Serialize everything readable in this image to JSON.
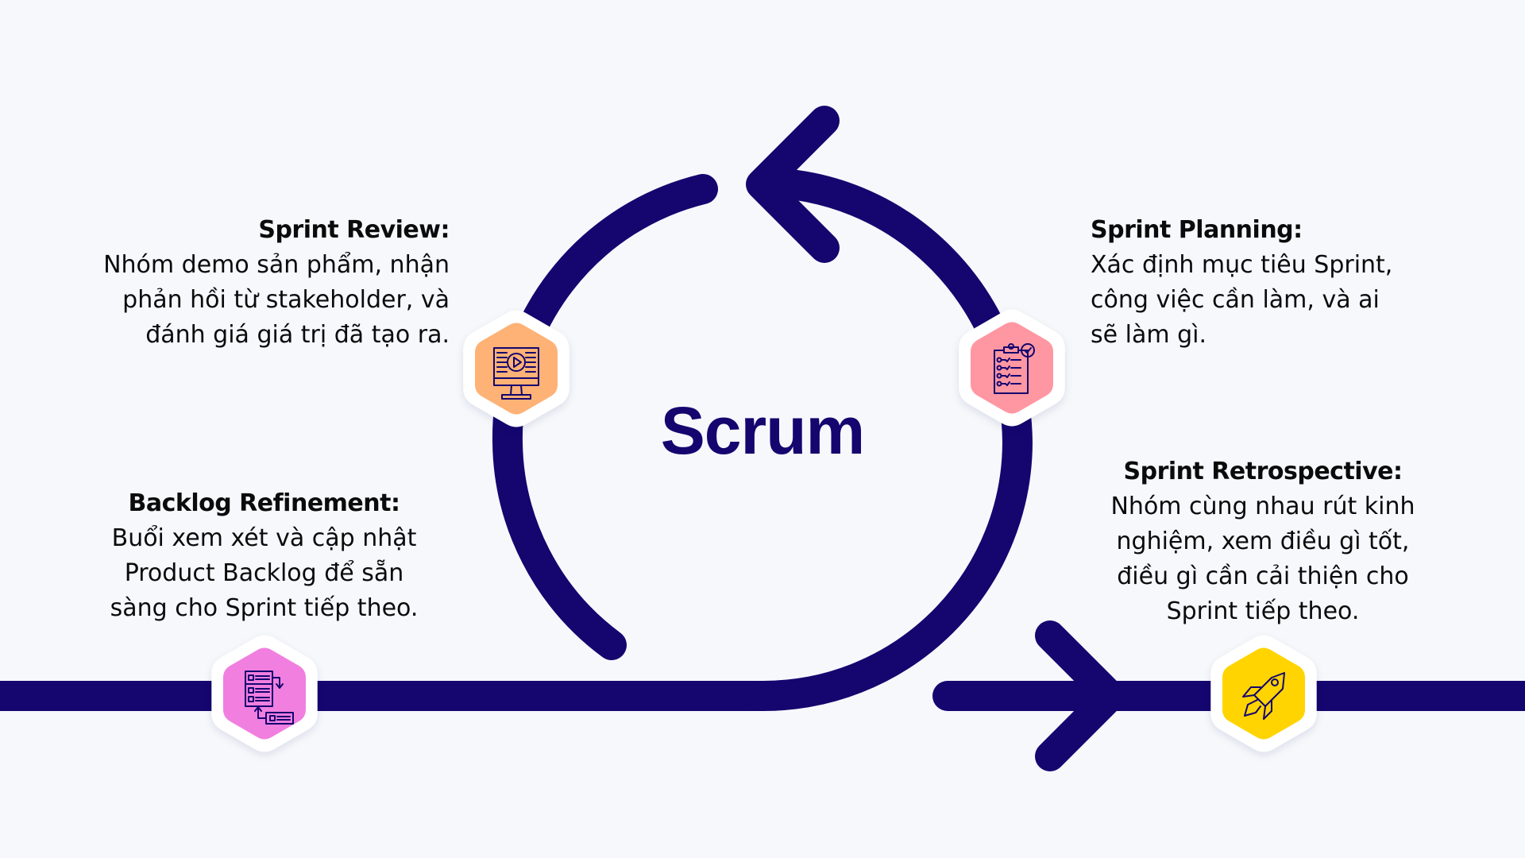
{
  "title": "Scrum",
  "colors": {
    "background": "#F6F8FC",
    "path": "#14056F",
    "title": "#14056F",
    "icon_stroke": "#14056F",
    "hex_border": "#FFFFFF"
  },
  "events": [
    {
      "id": "sprint-review",
      "heading": "Sprint Review:",
      "lines": [
        "Nhóm demo sản phẩm, nhận",
        "phản hồi từ stakeholder, và",
        "đánh giá giá trị đã tạo ra."
      ],
      "icon": "monitor-play-icon",
      "color": "#FEB276"
    },
    {
      "id": "sprint-planning",
      "heading": "Sprint Planning:",
      "lines": [
        "Xác định mục tiêu Sprint,",
        "công việc cần làm, và ai",
        "sẽ làm gì."
      ],
      "icon": "clipboard-checklist-icon",
      "color": "#FF97A2"
    },
    {
      "id": "backlog-refinement",
      "heading": "Backlog Refinement:",
      "lines": [
        "Buổi xem xét và cập nhật",
        "Product Backlog để sẵn",
        "sàng cho Sprint tiếp theo."
      ],
      "icon": "backlog-list-icon",
      "color": "#F17FDF"
    },
    {
      "id": "sprint-retrospective",
      "heading": "Sprint Retrospective:",
      "lines": [
        "Nhóm cùng nhau rút kinh",
        "nghiệm, xem điều gì tốt,",
        "điều gì cần cải thiện cho",
        "Sprint tiếp theo."
      ],
      "icon": "rocket-icon",
      "color": "#FFD400"
    }
  ]
}
